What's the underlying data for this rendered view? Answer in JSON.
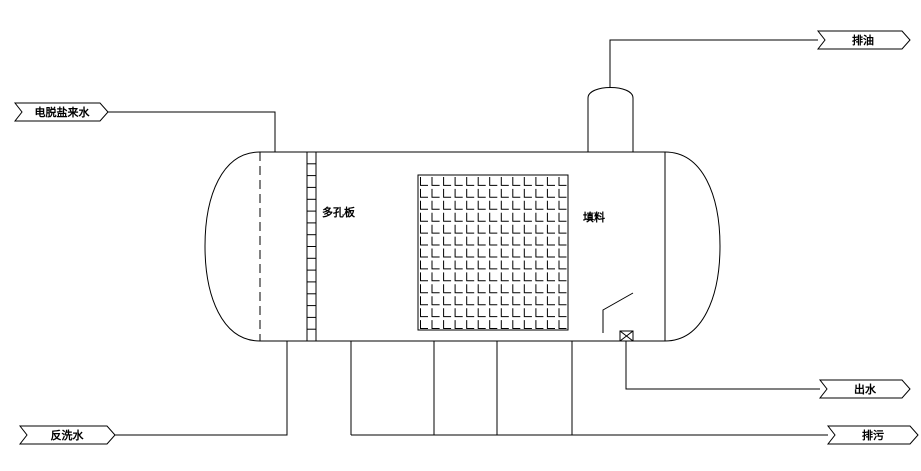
{
  "labels": {
    "perforated_plate": "多孔板",
    "packing": "填料"
  },
  "ports": {
    "inlet": {
      "label": "电脱盐来水"
    },
    "oil_out": {
      "label": "排油"
    },
    "water_out": {
      "label": "出水"
    },
    "drain": {
      "label": "排污"
    },
    "backwash": {
      "label": "反洗水"
    }
  },
  "colors": {
    "line": "#000000",
    "background": "#ffffff"
  }
}
